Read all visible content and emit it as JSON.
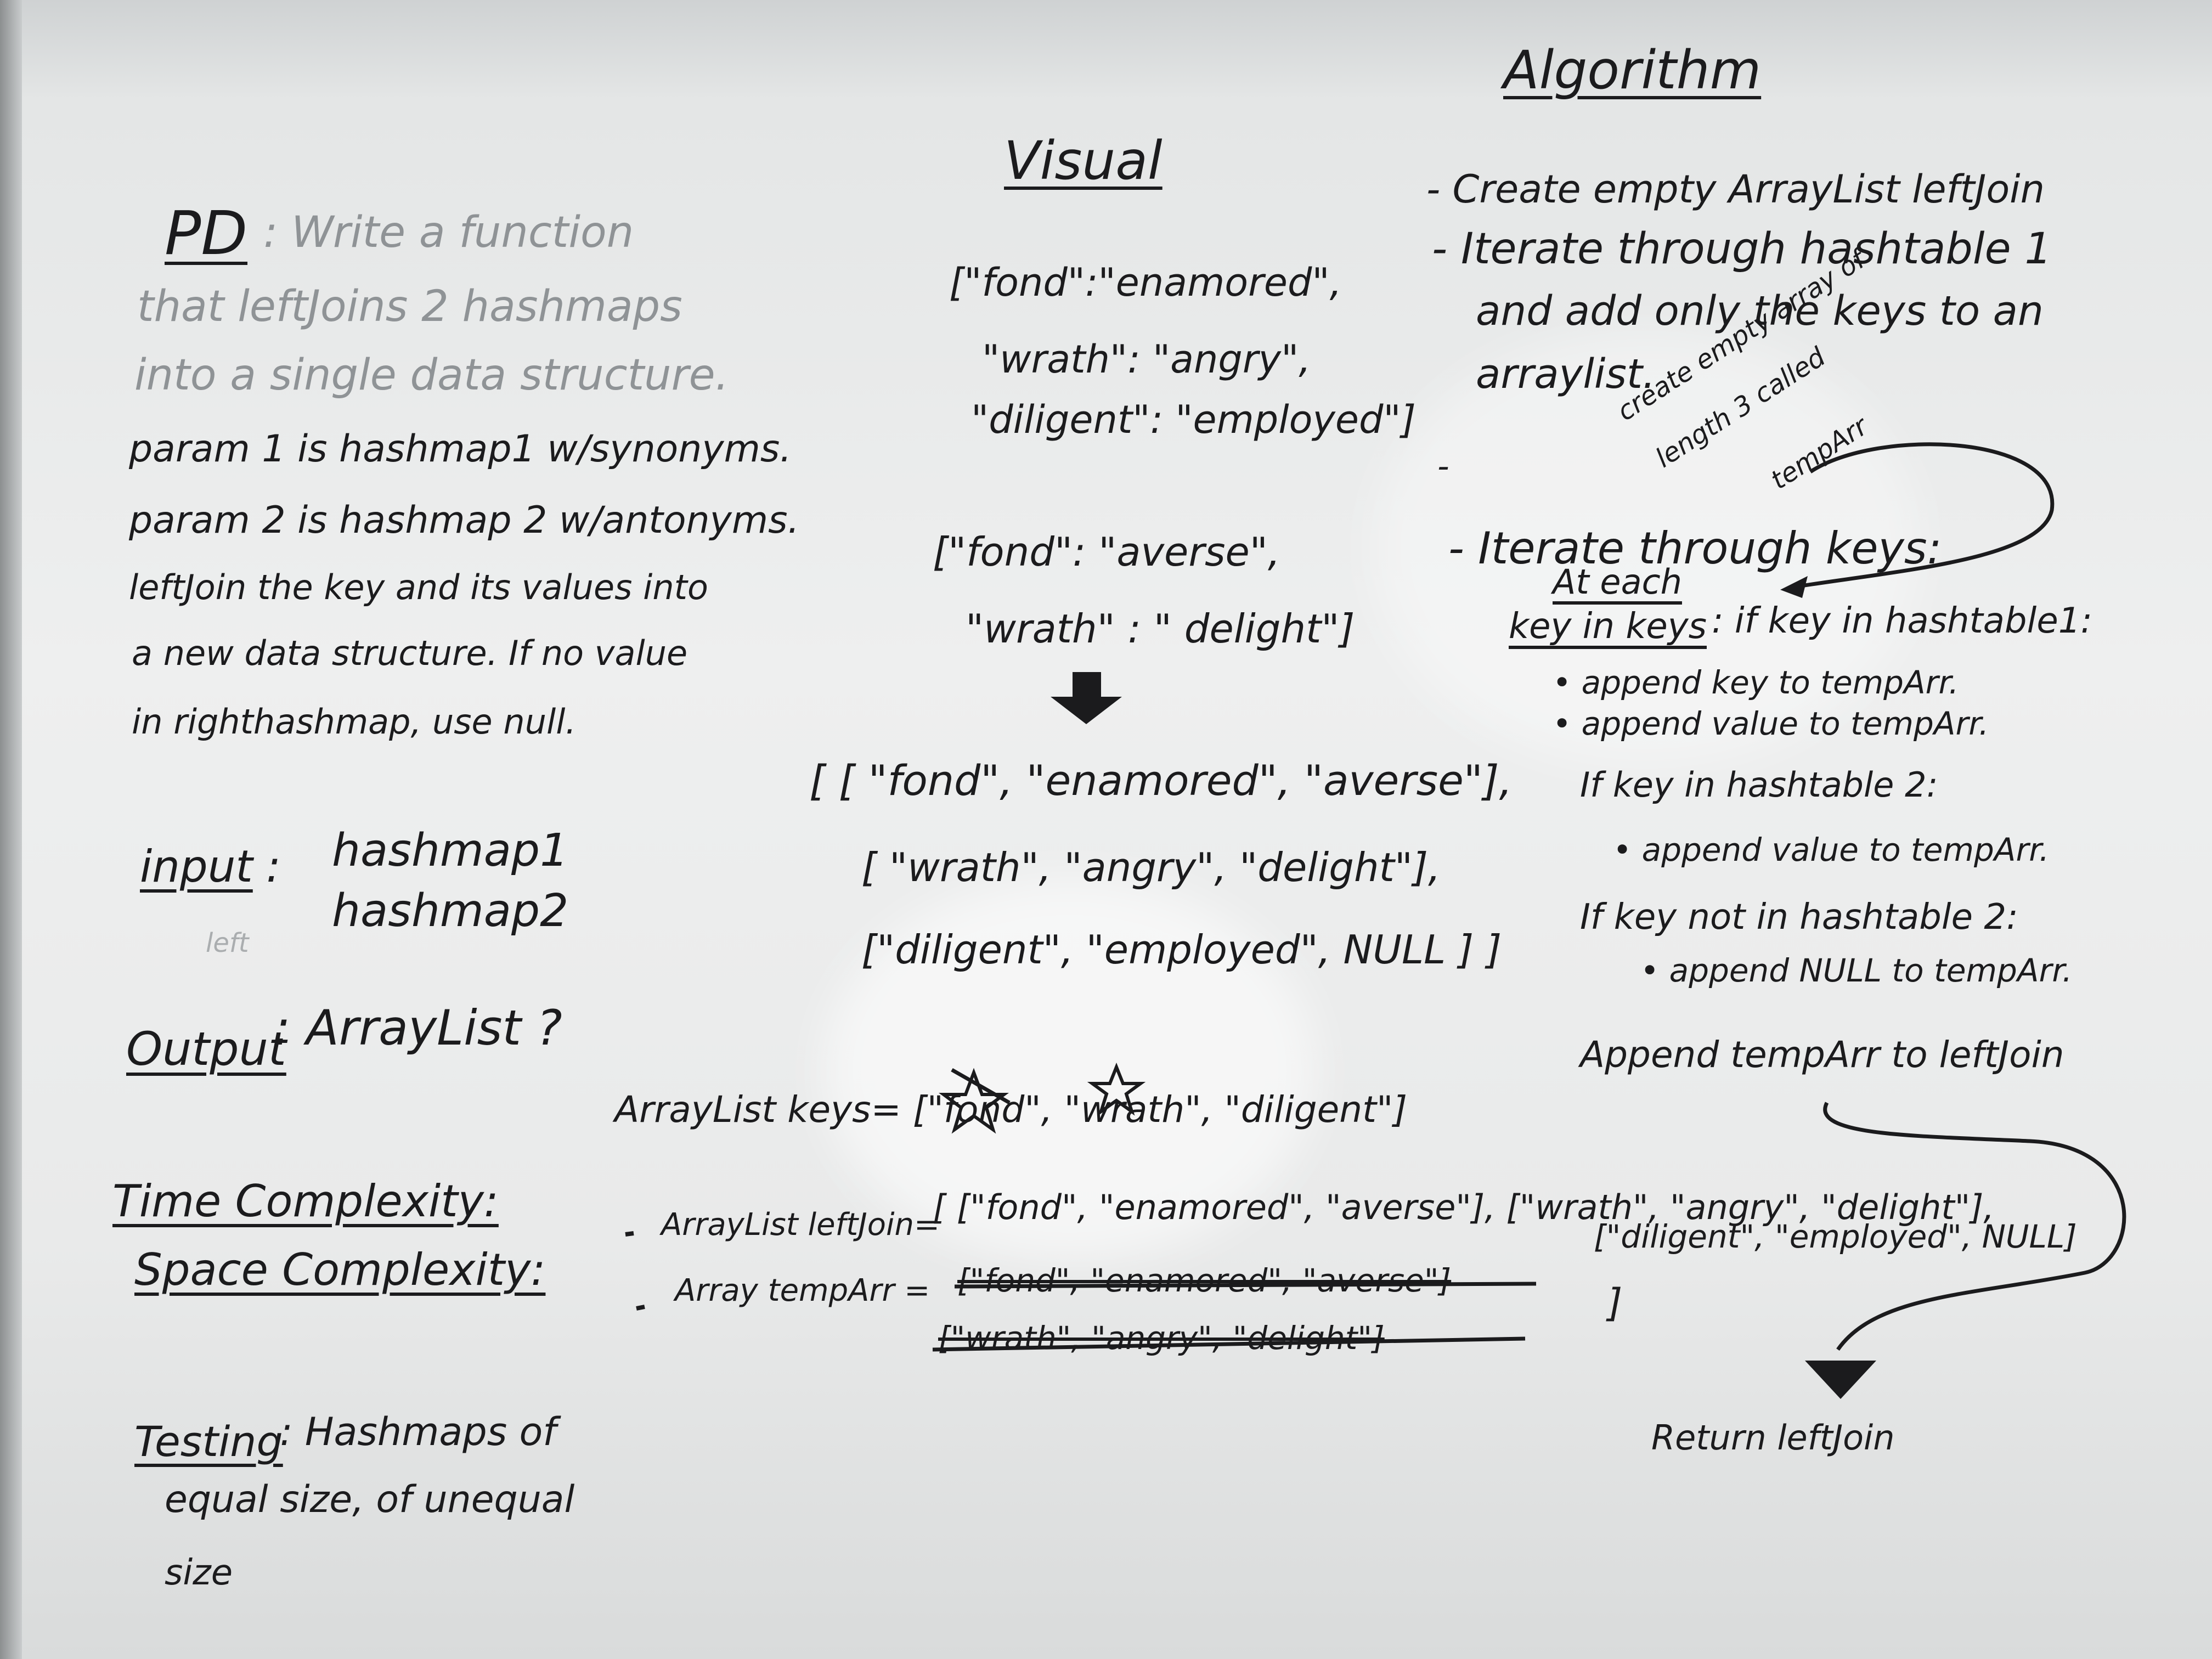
{
  "whiteboard": {
    "headings": {
      "algorithm": "Algorithm",
      "visual": "Visual"
    },
    "problem": {
      "label": "PD",
      "line1": ": Write a function",
      "line2": "that leftJoins 2 hashmaps",
      "line3": "into a single data structure.",
      "param1": "param 1   is hashmap1 w/synonyms.",
      "param2": "param 2   is hashmap 2  w/antonyms.",
      "desc1": "leftJoin the key and its values into",
      "desc2": "a new data structure.  If no value",
      "desc3": "in righthashmap, use null."
    },
    "io": {
      "input_label": "input",
      "input_sep": ":",
      "input1": "hashmap1",
      "input2": "hashmap2",
      "left_note": "left",
      "output_label": "Output",
      "output_value": ":  ArrayList ?"
    },
    "complexity": {
      "time": "Time Complexity:",
      "space": "Space Complexity:"
    },
    "testing": {
      "label": "Testing",
      "line1": ":  Hashmaps of",
      "line2": "equal size,  of unequal",
      "line3": "size"
    },
    "visual": {
      "map1_line1": "[\"fond\":\"enamored\",",
      "map1_line2": "\"wrath\": \"angry\",",
      "map1_line3": "\"diligent\": \"employed\"]",
      "map2_line1": "[\"fond\": \"averse\",",
      "map2_line2": "\"wrath\" : \" delight\"]",
      "result_line1": "[ [ \"fond\", \"enamored\", \"averse\"],",
      "result_line2": "[ \"wrath\", \"angry\", \"delight\"],",
      "result_line3": "[\"diligent\", \"employed\", NULL ] ]"
    },
    "trace": {
      "keys": "ArrayList keys= [\"fond\", \"wrath\", \"diligent\"]",
      "leftjoin_label": "ArrayList leftJoin=",
      "leftjoin_value": "[ [\"fond\", \"enamored\", \"averse\"], [\"wrath\", \"angry\", \"delight\"],",
      "leftjoin_value2": "[\"diligent\", \"employed\", NULL]",
      "leftjoin_close": "]",
      "temp_label": "Array tempArr =",
      "temp_struck1": "[\"fond\", \"enamored\", \"averse\"]",
      "temp_struck2": "[\"wrath\", \"angry\", \"delight\"]"
    },
    "algorithm": {
      "step1": "- Create empty ArrayList leftJoin",
      "step2": "- Iterate through hashtable 1",
      "step2b": "and add only the keys to an",
      "step2c": "arraylist.",
      "note1": "create empty array of",
      "note2": "length 3 called",
      "note3": "tempArr",
      "dash": "-",
      "step3": "- Iterate through keys:",
      "at_each": "At each",
      "key_in_keys": "key in keys",
      "if1": ": if  key in hashtable1:",
      "b1": "• append key to tempArr.",
      "b2": "• append value to tempArr.",
      "if2": "If key in hashtable 2:",
      "b3": "• append value to tempArr.",
      "if3": "If key  not in hashtable 2:",
      "b4": "• append NULL to tempArr.",
      "append": "Append tempArr to leftJoin",
      "return": "Return leftJoin"
    }
  }
}
